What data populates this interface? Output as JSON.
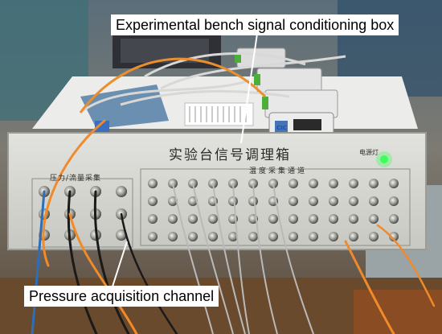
{
  "callouts": {
    "top": "Experimental bench signal conditioning box",
    "bottom": "Pressure acquisition channel"
  },
  "panel": {
    "title": "实验台信号调理箱",
    "pressure_label": "压力/流量采集",
    "temperature_label": "温度采集通道",
    "power_label": "电源灯"
  },
  "devices": {
    "module_brand": "CIC"
  },
  "colors": {
    "panel_face": "#d9d9d4",
    "orange_cable": "#f08a2a",
    "power_led": "#3cff5a"
  }
}
